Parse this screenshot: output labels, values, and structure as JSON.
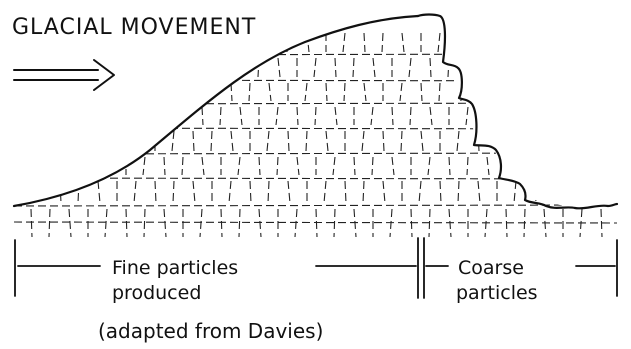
{
  "title": "GLACIAL MOVEMENT",
  "labels": {
    "fine_line1": "Fine particles",
    "fine_line2": "produced",
    "coarse_line1": "Coarse",
    "coarse_line2": "particles"
  },
  "caption": "(adapted from Davies)",
  "colors": {
    "ink": "#111111",
    "background": "#ffffff"
  }
}
